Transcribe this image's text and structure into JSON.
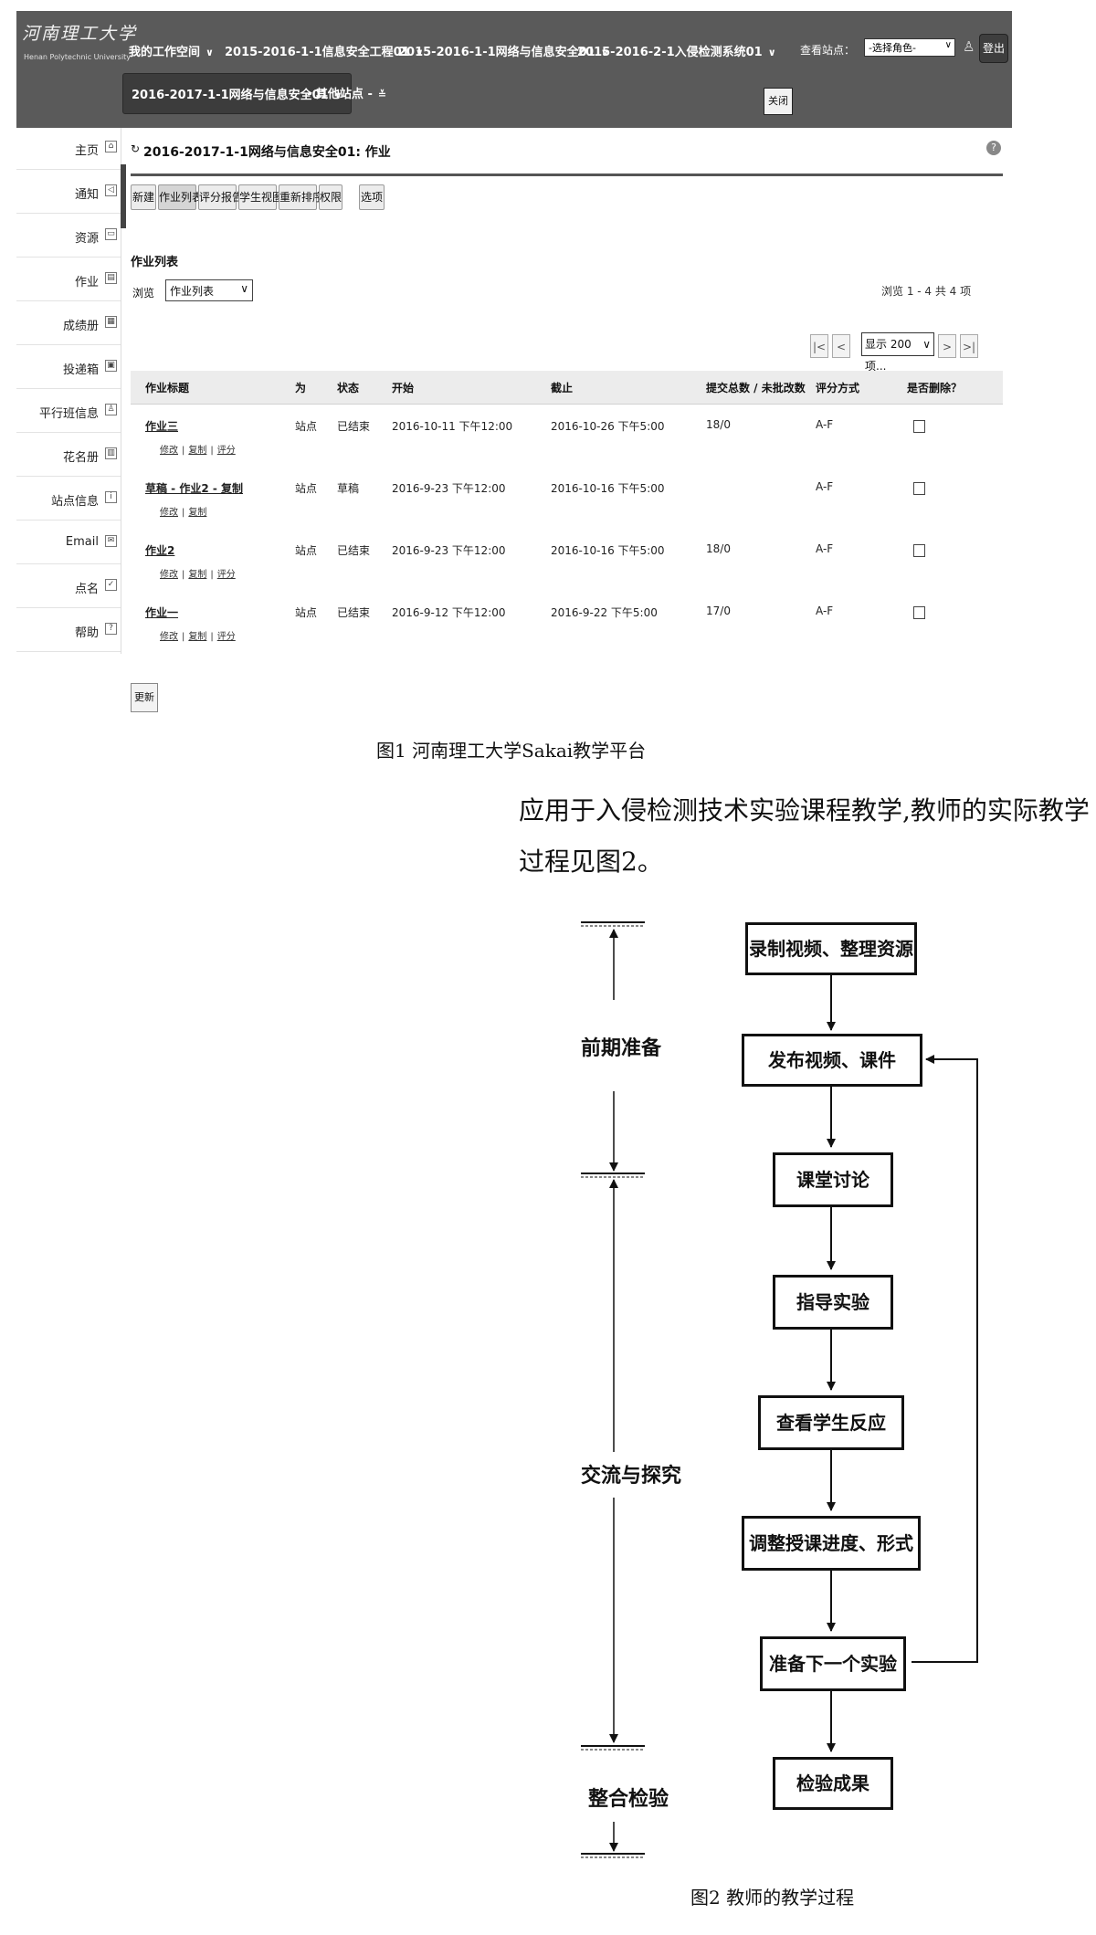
{
  "sakai": {
    "logo_cn": "河南理工大学",
    "logo_en": "Henan Polytechnic University",
    "nav_tabs": [
      {
        "label": "我的工作空间"
      },
      {
        "label": "2015-2016-1-1信息安全工程01"
      },
      {
        "label": "2015-2016-1-1网络与信息安全01"
      },
      {
        "label": "2015-2016-2-1入侵检测系统01"
      }
    ],
    "active_tab": "2016-2017-1-1网络与信息安全01",
    "other_sites": "其他站点",
    "site_label": "查看站点：",
    "site_select": "-选择角色-",
    "logout": "登出",
    "close": "关闭",
    "sidebar": [
      {
        "label": "主页",
        "icon": "house-icon"
      },
      {
        "label": "通知",
        "icon": "megaphone-icon"
      },
      {
        "label": "资源",
        "icon": "folder-icon"
      },
      {
        "label": "作业",
        "icon": "document-icon"
      },
      {
        "label": "成绩册",
        "icon": "gradebook-icon"
      },
      {
        "label": "投递箱",
        "icon": "dropbox-icon"
      },
      {
        "label": "平行班信息",
        "icon": "people-icon"
      },
      {
        "label": "花名册",
        "icon": "roster-icon"
      },
      {
        "label": "站点信息",
        "icon": "info-icon"
      },
      {
        "label": "Email",
        "icon": "email-icon"
      },
      {
        "label": "点名",
        "icon": "rollcall-icon"
      },
      {
        "label": "帮助",
        "icon": "help-icon"
      }
    ],
    "page_title": "2016-2017-1-1网络与信息安全01: 作业",
    "toolbar": [
      "新建",
      "作业列表",
      "评分报告",
      "学生视图",
      "重新排序",
      "权限",
      "选项"
    ],
    "list_title": "作业列表",
    "browse_label": "浏览",
    "browse_select": "作业列表",
    "count_text": "浏览 1 - 4 共 4 项",
    "page_size": "显示 200 项...",
    "pager": {
      "first": "|<",
      "prev": "<",
      "next": ">",
      "last": ">|"
    },
    "columns": [
      "作业标题",
      "为",
      "状态",
      "开始",
      "截止",
      "提交总数 / 未批改数",
      "评分方式",
      "是否删除？"
    ],
    "rows": [
      {
        "title": "作业三",
        "for": "站点",
        "status": "已结束",
        "start": "2016-10-11 下午12:00",
        "due": "2016-10-26 下午5:00",
        "submissions": "18/0",
        "grade": "A-F",
        "actions": [
          "修改",
          "复制",
          "评分"
        ]
      },
      {
        "title": "草稿 - 作业2 - 复制",
        "for": "站点",
        "status": "草稿",
        "start": "2016-9-23 下午12:00",
        "due": "2016-10-16 下午5:00",
        "submissions": "",
        "grade": "A-F",
        "actions": [
          "修改",
          "复制"
        ]
      },
      {
        "title": "作业2",
        "for": "站点",
        "status": "已结束",
        "start": "2016-9-23 下午12:00",
        "due": "2016-10-16 下午5:00",
        "submissions": "18/0",
        "grade": "A-F",
        "actions": [
          "修改",
          "复制",
          "评分"
        ]
      },
      {
        "title": "作业一",
        "for": "站点",
        "status": "已结束",
        "start": "2016-9-12 下午12:00",
        "due": "2016-9-22 下午5:00",
        "submissions": "17/0",
        "grade": "A-F",
        "actions": [
          "修改",
          "复制",
          "评分"
        ]
      }
    ],
    "update_btn": "更新"
  },
  "fig1_caption": "图1   河南理工大学Sakai教学平台",
  "body_lines": [
    "应用于入侵检测技术实验课程教学,教师的实际教学",
    "过程见图2。"
  ],
  "flow": {
    "phases": [
      "前期准备",
      "交流与探究",
      "整合检验"
    ],
    "steps": [
      "录制视频、整理资源",
      "发布视频、课件",
      "课堂讨论",
      "指导实验",
      "查看学生反应",
      "调整授课进度、形式",
      "准备下一个实验",
      "检验成果"
    ]
  },
  "fig2_caption": "图2   教师的教学过程"
}
